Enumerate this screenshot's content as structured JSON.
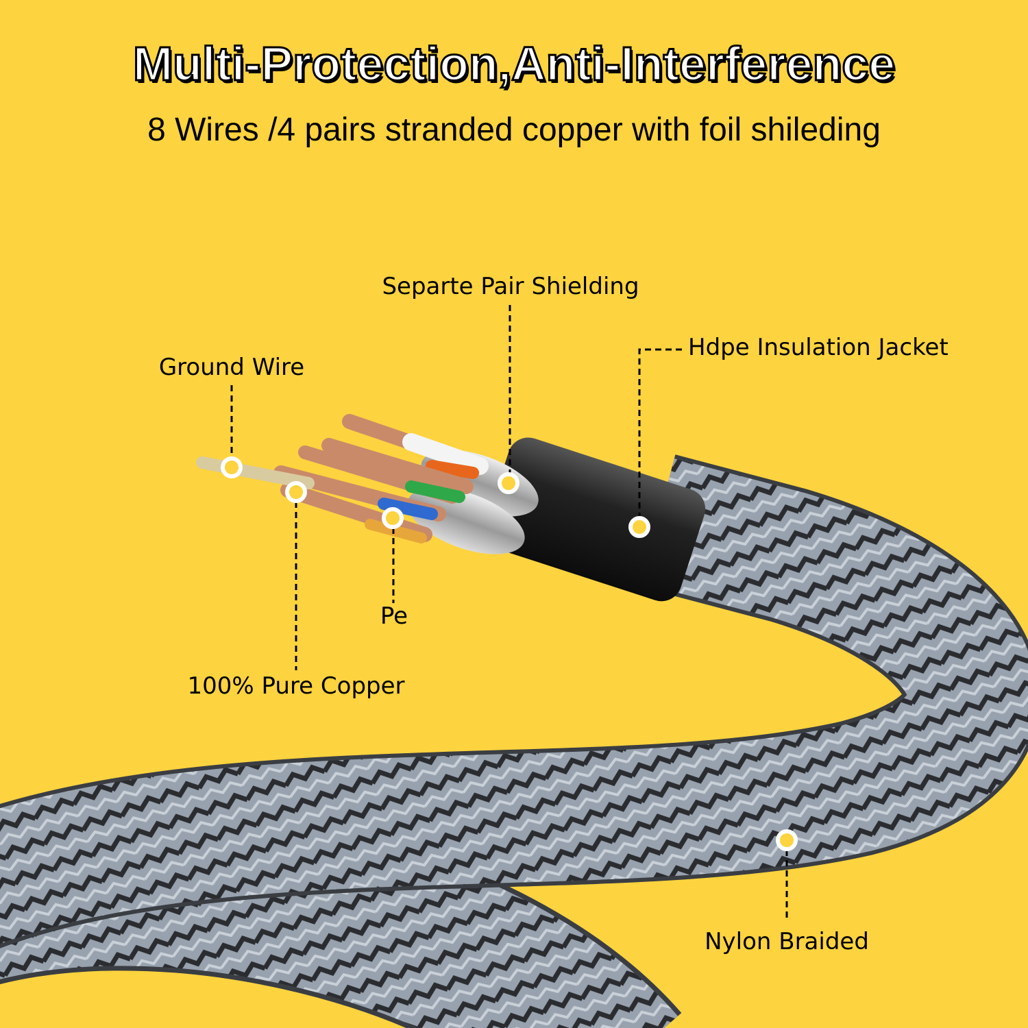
{
  "header": {
    "title": "Multi-Protection,Anti-Interference",
    "subtitle": "8 Wires /4 pairs stranded copper with foil shileding"
  },
  "callouts": {
    "pair_shielding": "Separte Pair Shielding",
    "ground_wire": "Ground Wire",
    "jacket": "Hdpe Insulation Jacket",
    "pe": "Pe",
    "copper": "100% Pure Copper",
    "braid": "Nylon Braided"
  },
  "colors": {
    "background": "#FDD33F",
    "braid": "#8C96A3",
    "jacket": "#1B1B1D",
    "marker": "#FDD33F"
  }
}
